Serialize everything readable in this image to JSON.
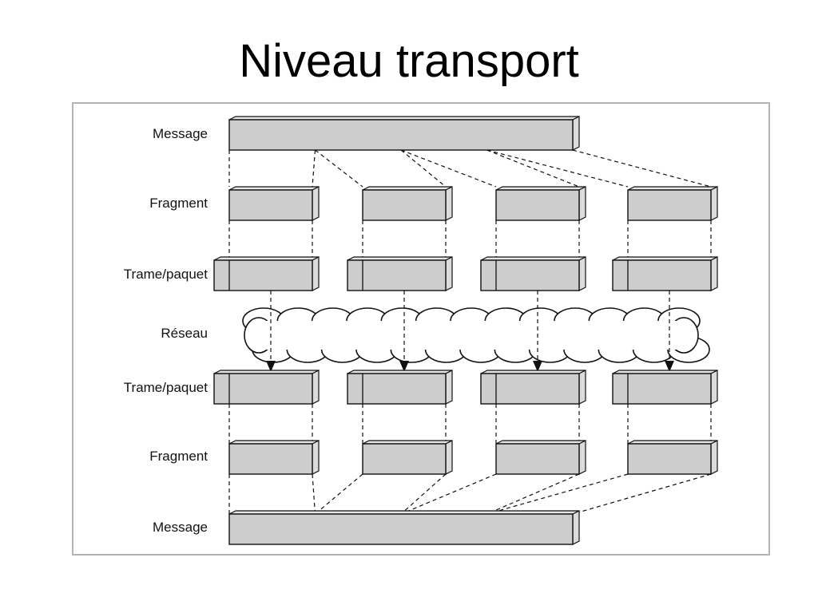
{
  "title": "Niveau transport",
  "diagram": {
    "rows": [
      {
        "id": "message-top",
        "label": "Message"
      },
      {
        "id": "fragment-top",
        "label": "Fragment"
      },
      {
        "id": "trame-top",
        "label": "Trame/paquet"
      },
      {
        "id": "reseau",
        "label": "Réseau"
      },
      {
        "id": "trame-bottom",
        "label": "Trame/paquet"
      },
      {
        "id": "fragment-bottom",
        "label": "Fragment"
      },
      {
        "id": "message-bottom",
        "label": "Message"
      }
    ],
    "fragment_count": 4,
    "colors": {
      "box": "#cdcdcd",
      "border": "#111111",
      "frame": "#b4b4b4"
    }
  }
}
